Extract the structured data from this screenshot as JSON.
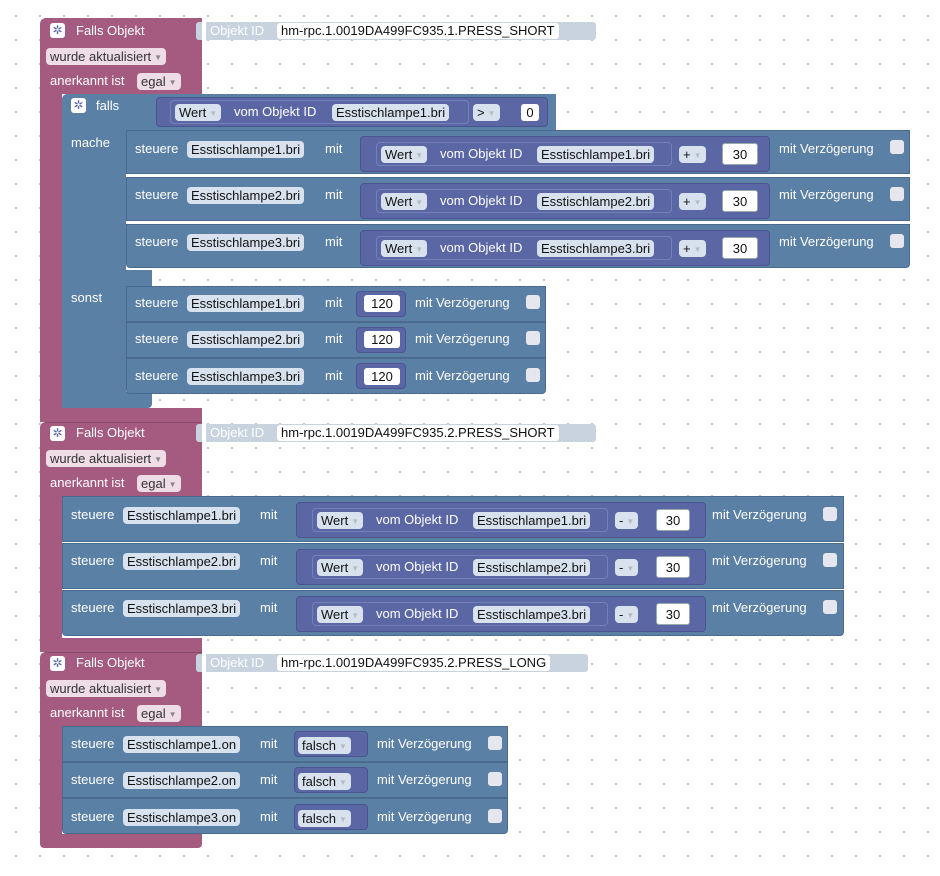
{
  "labels": {
    "falls_objekt": "Falls Objekt",
    "objekt_id_label": "Objekt ID",
    "wurde_aktualisiert": "wurde aktualisiert",
    "anerkannt_ist": "anerkannt ist",
    "egal": "egal",
    "falls": "falls",
    "mache": "mache",
    "sonst": "sonst",
    "steuere": "steuere",
    "mit": "mit",
    "mit_verzoegerung": "mit Verzögerung",
    "wert": "Wert",
    "vom_objekt_id": "vom Objekt ID",
    "op_gt": ">",
    "op_plus": "+",
    "op_minus": "-",
    "falsch": "falsch"
  },
  "colors": {
    "trigger": "#a55b80",
    "action": "#5b80a5",
    "value": "#5b67a5"
  },
  "icons": {
    "trigger": "gear-icon",
    "checkbox": "checkbox-icon"
  },
  "block1": {
    "object_id": "hm-rpc.1.0019DA499FC935.1.PRESS_SHORT",
    "condition": {
      "object": "Esstischlampe1.bri",
      "operator": ">",
      "value": "0"
    },
    "then": [
      {
        "target": "Esstischlampe1.bri",
        "source": "Esstischlampe1.bri",
        "op": "+",
        "value": "30"
      },
      {
        "target": "Esstischlampe2.bri",
        "source": "Esstischlampe2.bri",
        "op": "+",
        "value": "30"
      },
      {
        "target": "Esstischlampe3.bri",
        "source": "Esstischlampe3.bri",
        "op": "+",
        "value": "30"
      }
    ],
    "else": [
      {
        "target": "Esstischlampe1.bri",
        "value": "120"
      },
      {
        "target": "Esstischlampe2.bri",
        "value": "120"
      },
      {
        "target": "Esstischlampe3.bri",
        "value": "120"
      }
    ]
  },
  "block2": {
    "object_id": "hm-rpc.1.0019DA499FC935.2.PRESS_SHORT",
    "actions": [
      {
        "target": "Esstischlampe1.bri",
        "source": "Esstischlampe1.bri",
        "op": "-",
        "value": "30"
      },
      {
        "target": "Esstischlampe2.bri",
        "source": "Esstischlampe2.bri",
        "op": "-",
        "value": "30"
      },
      {
        "target": "Esstischlampe3.bri",
        "source": "Esstischlampe3.bri",
        "op": "-",
        "value": "30"
      }
    ]
  },
  "block3": {
    "object_id": "hm-rpc.1.0019DA499FC935.2.PRESS_LONG",
    "actions": [
      {
        "target": "Esstischlampe1.on",
        "value": "falsch"
      },
      {
        "target": "Esstischlampe2.on",
        "value": "falsch"
      },
      {
        "target": "Esstischlampe3.on",
        "value": "falsch"
      }
    ]
  }
}
